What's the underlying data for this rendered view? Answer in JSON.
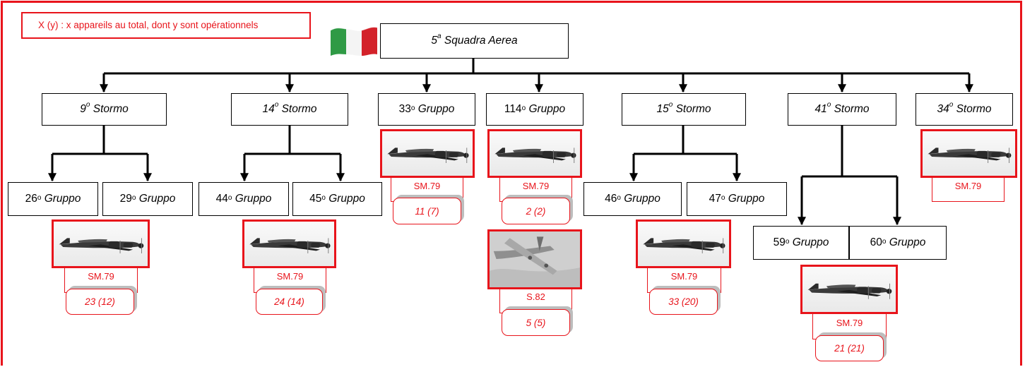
{
  "legend": "X (y) : x appareils au total, dont y sont opérationnels",
  "root": {
    "num": "5",
    "sup": "a",
    "name": "Squadra  Aerea"
  },
  "units": {
    "s9": {
      "num": "9",
      "sup": "o",
      "name": "Stormo"
    },
    "s14": {
      "num": "14",
      "sup": "o",
      "name": "Stormo"
    },
    "g33": {
      "num": "33",
      "sup": "o",
      "name": "Gruppo"
    },
    "g114": {
      "num": "114",
      "sup": "o",
      "name": "Gruppo"
    },
    "s15": {
      "num": "15",
      "sup": "o",
      "name": "Stormo"
    },
    "s41": {
      "num": "41",
      "sup": "o",
      "name": "Stormo"
    },
    "s34": {
      "num": "34",
      "sup": "o",
      "name": "Stormo"
    },
    "g26": {
      "num": "26",
      "sup": "o",
      "name": "Gruppo"
    },
    "g29": {
      "num": "29",
      "sup": "o",
      "name": "Gruppo"
    },
    "g44": {
      "num": "44",
      "sup": "o",
      "name": "Gruppo"
    },
    "g45": {
      "num": "45",
      "sup": "o",
      "name": "Gruppo"
    },
    "g46": {
      "num": "46",
      "sup": "o",
      "name": "Gruppo"
    },
    "g47": {
      "num": "47",
      "sup": "o",
      "name": "Gruppo"
    },
    "g59": {
      "num": "59",
      "sup": "o",
      "name": "Gruppo"
    },
    "g60": {
      "num": "60",
      "sup": "o",
      "name": "Gruppo"
    }
  },
  "aircraft": {
    "s9": {
      "type": "SM.79",
      "count": "23 (12)"
    },
    "s14": {
      "type": "SM.79",
      "count": "24 (14)"
    },
    "g33": {
      "type": "SM.79",
      "count": "11 (7)"
    },
    "g114a": {
      "type": "SM.79",
      "count": "2 (2)"
    },
    "g114b": {
      "type": "S.82",
      "count": "5 (5)"
    },
    "s15": {
      "type": "SM.79",
      "count": "33 (20)"
    },
    "s41": {
      "type": "SM.79",
      "count": "21 (21)"
    },
    "s34": {
      "type": "SM.79"
    }
  },
  "colors": {
    "accent": "#e8141b",
    "line": "#000000",
    "flag_green": "#2f9a45",
    "flag_red": "#d3222a"
  },
  "icons": [
    "italian-flag-icon",
    "sm79-bomber-photo",
    "s82-transport-photo"
  ]
}
